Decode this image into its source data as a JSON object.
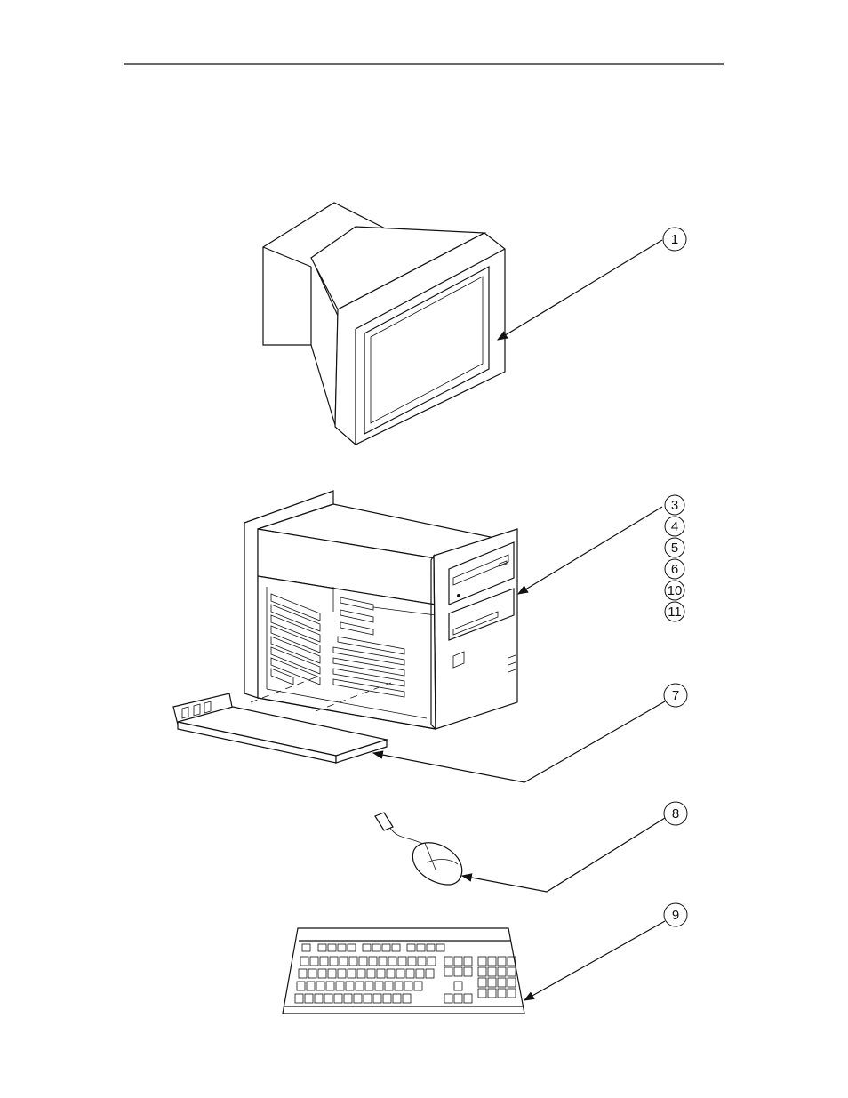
{
  "callouts": {
    "monitor": "1",
    "system_unit": [
      "3",
      "4",
      "5",
      "6",
      "10",
      "11"
    ],
    "expansion_card": "7",
    "mouse": "8",
    "keyboard": "9"
  }
}
